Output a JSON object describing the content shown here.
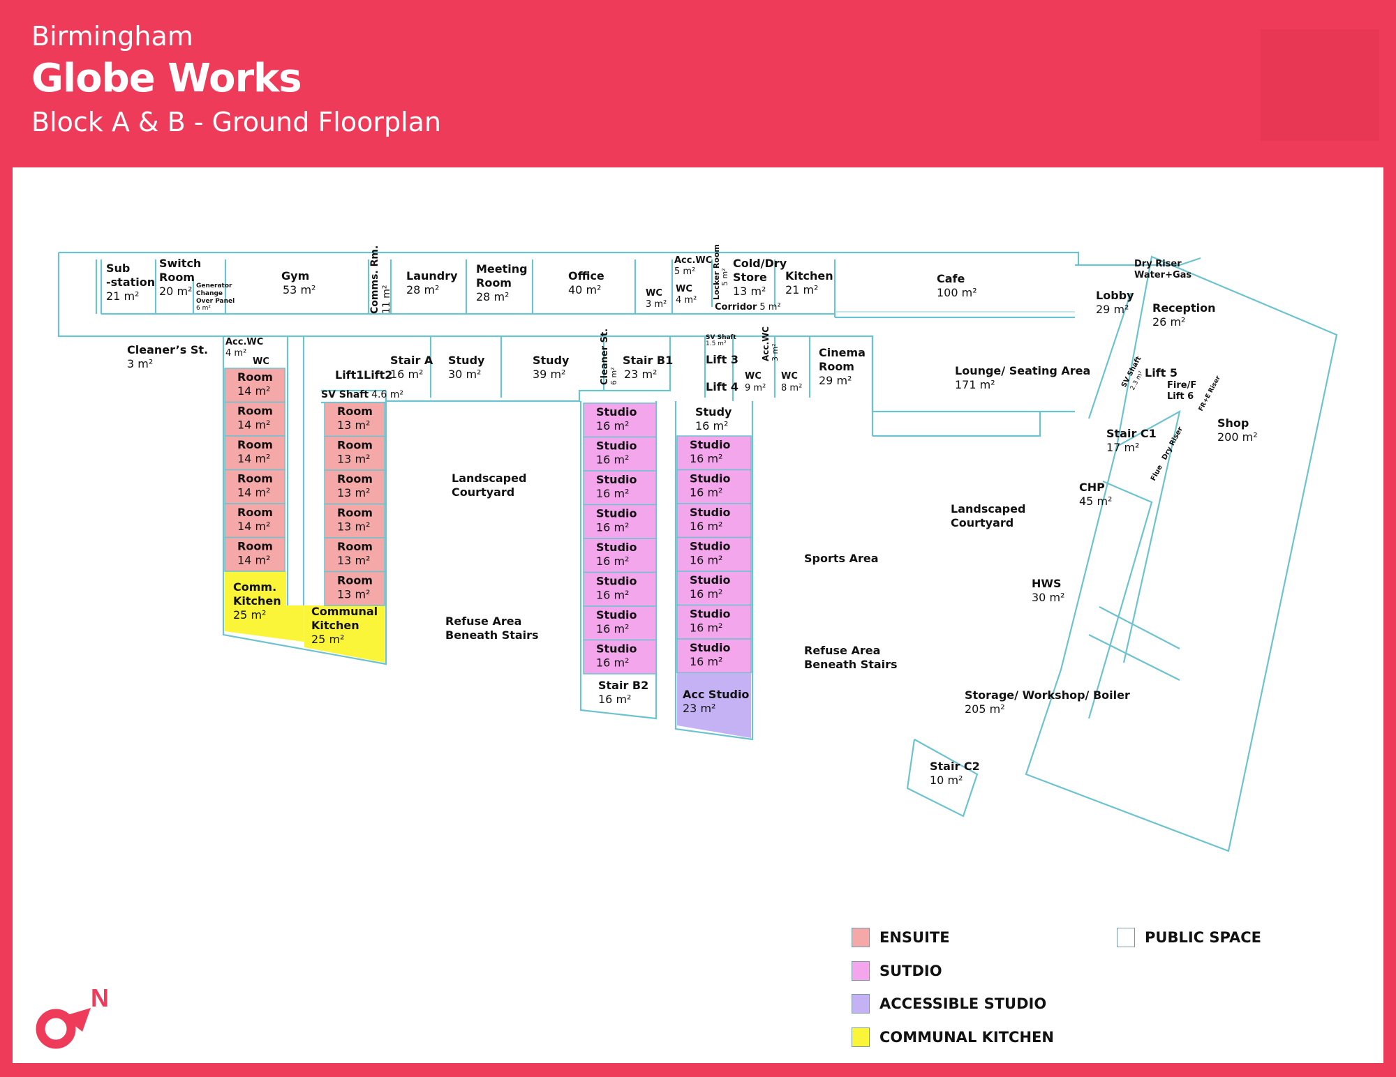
{
  "header": {
    "city": "Birmingham",
    "title": "Globe Works",
    "subtitle": "Block A & B - Ground Floorplan"
  },
  "colors": {
    "brand": "#ee3b5a",
    "ensuite": "#f5a8a8",
    "studio": "#f4a6ec",
    "accessible_studio": "#c4b2f5",
    "communal_kitchen": "#fbf53a",
    "public_space": "#ffffff",
    "wall": "#6cc3cf"
  },
  "legend": [
    {
      "key": "ensuite",
      "label": "ENSUITE"
    },
    {
      "key": "studio",
      "label": "SUTDIO"
    },
    {
      "key": "accessible_studio",
      "label": "ACCESSIBLE STUDIO"
    },
    {
      "key": "communal_kitchen",
      "label": "COMMUNAL KITCHEN"
    },
    {
      "key": "public_space",
      "label": "PUBLIC SPACE"
    }
  ],
  "compass": {
    "label": "N",
    "icon": "north-arrow-icon"
  },
  "rooms": {
    "substation": {
      "name": "Sub\n-station",
      "l1": "Sub",
      "l2": "-station",
      "area": "21 m²"
    },
    "switch_room": {
      "l1": "Switch",
      "l2": "Room",
      "area": "20 m²"
    },
    "generator": {
      "l1": "Generator",
      "l2": "Change",
      "l3": "Over Panel",
      "area": "6 m²"
    },
    "gym": {
      "name": "Gym",
      "area": "53 m²"
    },
    "comms": {
      "name": "Comms. Rm.",
      "area": "11 m²"
    },
    "laundry": {
      "name": "Laundry",
      "area": "28 m²"
    },
    "meeting": {
      "l1": "Meeting",
      "l2": "Room",
      "area": "28 m²"
    },
    "office": {
      "name": "Office",
      "area": "40 m²"
    },
    "wc_a": {
      "name": "WC",
      "area": "3 m²"
    },
    "acc_wc_top": {
      "name": "Acc.WC",
      "area": "5 m²"
    },
    "wc_b": {
      "name": "WC",
      "area": "4 m²"
    },
    "locker": {
      "name": "Locker Room",
      "area": "5 m²"
    },
    "cold_store": {
      "l1": "Cold/Dry",
      "l2": "Store",
      "area": "13 m²"
    },
    "corridor": {
      "name": "Corridor",
      "area": "5 m²"
    },
    "kitchen": {
      "name": "Kitchen",
      "area": "21 m²"
    },
    "cafe": {
      "name": "Cafe",
      "area": "100 m²"
    },
    "lobby": {
      "name": "Lobby",
      "area": "29 m²"
    },
    "dry_riser_top": {
      "l1": "Dry Riser",
      "l2": "Water+Gas"
    },
    "reception": {
      "name": "Reception",
      "area": "26 m²"
    },
    "cleaners": {
      "name": "Cleaner’s St.",
      "area": "3 m²"
    },
    "acc_wc_a": {
      "name": "Acc.WC",
      "area": "4 m²"
    },
    "wc_c": {
      "name": "WC"
    },
    "lift1": {
      "name": "Lift1"
    },
    "lift2": {
      "name": "Lift2"
    },
    "sv_shaft_a": {
      "name": "SV Shaft",
      "area": "4.6 m²"
    },
    "stair_a": {
      "name": "Stair A",
      "area": "16 m²"
    },
    "study_30": {
      "name": "Study",
      "area": "30 m²"
    },
    "study_39": {
      "name": "Study",
      "area": "39 m²"
    },
    "cleaner_st_b": {
      "name": "Cleaner St.",
      "area": "6 m²"
    },
    "stair_b1": {
      "name": "Stair B1",
      "area": "23 m²"
    },
    "sv_shaft_b": {
      "name": "SV Shaft",
      "area": "1.5 m²"
    },
    "lift3": {
      "name": "Lift 3"
    },
    "lift4": {
      "name": "Lift 4"
    },
    "acc_wc_b": {
      "name": "Acc.WC",
      "area": "3 m²"
    },
    "wc_d": {
      "name": "WC",
      "area": "9 m²"
    },
    "wc_e": {
      "name": "WC",
      "area": "8 m²"
    },
    "cinema": {
      "l1": "Cinema",
      "l2": "Room",
      "area": "29 m²"
    },
    "lounge": {
      "name": "Lounge/ Seating Area",
      "area": "171 m²"
    },
    "sv_shaft_c": {
      "name": "SV Shaft",
      "area": "2.3 m²"
    },
    "lift5": {
      "name": "Lift 5"
    },
    "lift6": {
      "l1": "Fire/F",
      "l2": "Lift 6"
    },
    "fr_riser": {
      "name": "FR+E Riser"
    },
    "stair_c1": {
      "name": "Stair C1",
      "area": "17 m²"
    },
    "dry_riser": {
      "name": "Dry Riser"
    },
    "flue": {
      "name": "Flue"
    },
    "shop": {
      "name": "Shop",
      "area": "200 m²"
    },
    "chp": {
      "name": "CHP",
      "area": "45 m²"
    },
    "hws": {
      "name": "HWS",
      "area": "30 m²"
    },
    "storage": {
      "name": "Storage/ Workshop/ Boiler",
      "area": "205 m²"
    },
    "stair_c2": {
      "name": "Stair C2",
      "area": "10 m²"
    },
    "study_16": {
      "name": "Study",
      "area": "16 m²"
    },
    "stair_b2": {
      "name": "Stair B2",
      "area": "16 m²"
    },
    "acc_studio": {
      "name": "Acc Studio",
      "area": "23 m²"
    },
    "comm_kitchen_a": {
      "l1": "Comm.",
      "l2": "Kitchen",
      "area": "25 m²"
    },
    "comm_kitchen_b": {
      "l1": "Communal",
      "l2": "Kitchen",
      "area": "25 m²"
    }
  },
  "ensuite_rooms_left": [
    {
      "name": "Room",
      "area": "14 m²"
    },
    {
      "name": "Room",
      "area": "14 m²"
    },
    {
      "name": "Room",
      "area": "14 m²"
    },
    {
      "name": "Room",
      "area": "14 m²"
    },
    {
      "name": "Room",
      "area": "14 m²"
    },
    {
      "name": "Room",
      "area": "14 m²"
    }
  ],
  "ensuite_rooms_right": [
    {
      "name": "Room",
      "area": "13 m²"
    },
    {
      "name": "Room",
      "area": "13 m²"
    },
    {
      "name": "Room",
      "area": "13 m²"
    },
    {
      "name": "Room",
      "area": "13 m²"
    },
    {
      "name": "Room",
      "area": "13 m²"
    },
    {
      "name": "Room",
      "area": "13 m²"
    }
  ],
  "studios_left": [
    {
      "name": "Studio",
      "area": "16 m²"
    },
    {
      "name": "Studio",
      "area": "16 m²"
    },
    {
      "name": "Studio",
      "area": "16 m²"
    },
    {
      "name": "Studio",
      "area": "16 m²"
    },
    {
      "name": "Studio",
      "area": "16 m²"
    },
    {
      "name": "Studio",
      "area": "16 m²"
    },
    {
      "name": "Studio",
      "area": "16 m²"
    },
    {
      "name": "Studio",
      "area": "16 m²"
    }
  ],
  "studios_right": [
    {
      "name": "Studio",
      "area": "16 m²"
    },
    {
      "name": "Studio",
      "area": "16 m²"
    },
    {
      "name": "Studio",
      "area": "16 m²"
    },
    {
      "name": "Studio",
      "area": "16 m²"
    },
    {
      "name": "Studio",
      "area": "16 m²"
    },
    {
      "name": "Studio",
      "area": "16 m²"
    },
    {
      "name": "Studio",
      "area": "16 m²"
    }
  ],
  "outdoor_areas": {
    "courtyard_a": {
      "l1": "Landscaped",
      "l2": "Courtyard"
    },
    "refuse_a": {
      "l1": "Refuse Area",
      "l2": "Beneath Stairs"
    },
    "sports": {
      "name": "Sports Area"
    },
    "refuse_b": {
      "l1": "Refuse Area",
      "l2": "Beneath Stairs"
    },
    "courtyard_b": {
      "l1": "Landscaped",
      "l2": "Courtyard"
    }
  }
}
